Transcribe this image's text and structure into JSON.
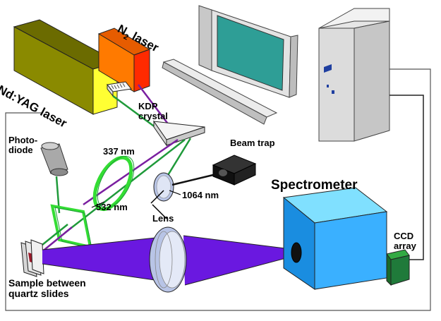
{
  "labels": {
    "ndyag": "Nd:YAG laser",
    "n2_prefix": "N",
    "n2_sub": "2",
    "n2_suffix": " laser",
    "kdp_line1": "KDP",
    "kdp_line2": "crystal",
    "photodiode_line1": "Photo-",
    "photodiode_line2": "diode",
    "nm337": "337 nm",
    "beam_trap": "Beam trap",
    "nm1064": "1064 nm",
    "nm532": "532 nm",
    "lens": "Lens",
    "spectrometer": "Spectrometer",
    "ccd_line1": "CCD",
    "ccd_line2": "array",
    "sample_line1": "Sample between",
    "sample_line2": "quartz slides"
  },
  "colors": {
    "ndyag_top": "#6b6b00",
    "ndyag_front": "#ffff33",
    "ndyag_side": "#8a8a00",
    "n2_top": "#e65c00",
    "n2_front": "#ff2a00",
    "n2_side": "#b32000",
    "green_beam": "#1f9a3a",
    "green_optic": "#33dd33",
    "purple_beam": "#7a1fa0",
    "violet_fan": "#6a18e0",
    "spectrometer_front": "#3ab0ff",
    "spectrometer_top": "#80e0ff",
    "spectrometer_side": "#1a8de0",
    "ccd_green": "#1f7a3a",
    "computer_gray": "#d9d9d9",
    "screen_teal": "#2e9e96",
    "tower_stripe": "#1f3fa0",
    "beam_trap_black": "#111111",
    "lens_gray": "#b8c4e6"
  },
  "icons": {
    "computer": "computer-monitor-icon",
    "keyboard": "keyboard-icon",
    "tower": "computer-tower-icon",
    "photodiode": "photodiode-icon",
    "beam_trap": "beam-trap-icon"
  }
}
